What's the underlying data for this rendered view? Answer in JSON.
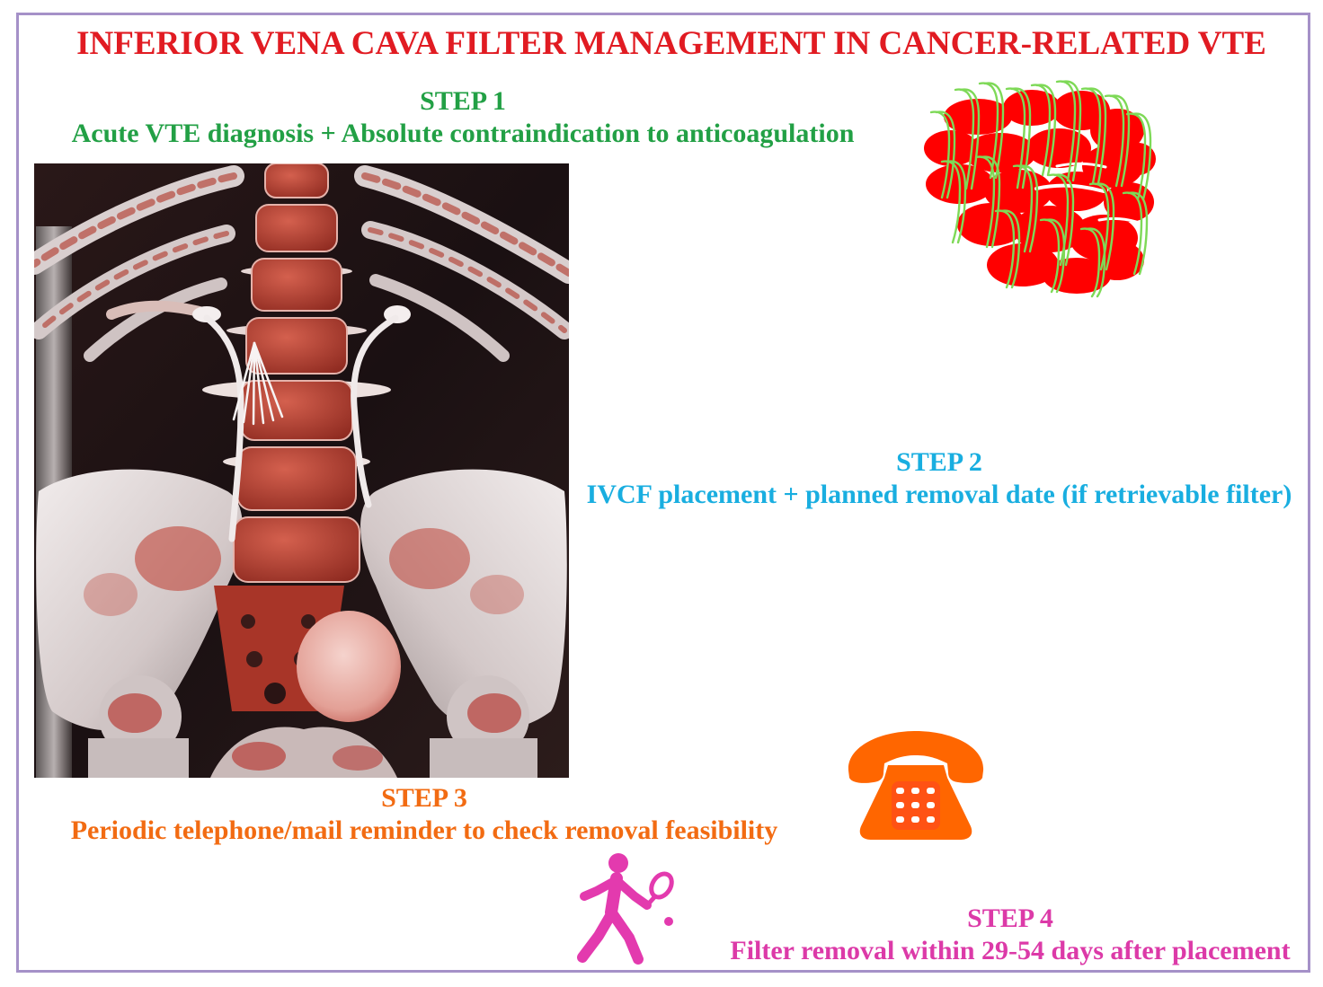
{
  "title": "INFERIOR VENA CAVA FILTER MANAGEMENT IN CANCER-RELATED VTE",
  "steps": [
    {
      "heading": "STEP 1",
      "text": "Acute VTE diagnosis + Absolute contraindication to anticoagulation",
      "color": "#22a045"
    },
    {
      "heading": "STEP 2",
      "text": "IVCF placement + planned removal date (if retrievable filter)",
      "color": "#19aee0"
    },
    {
      "heading": "STEP 3",
      "text": "Periodic telephone/mail reminder to check removal feasibility",
      "color": "#f26b12"
    },
    {
      "heading": "STEP 4",
      "text": "Filter removal within 29-54 days after placement",
      "color": "#dc3aa8"
    }
  ],
  "colors": {
    "title": "#e11b22",
    "border": "#a591c8",
    "clot": "#ff0000",
    "fibrin": "#7ed957",
    "telephone": "#ff6600",
    "patient": "#e33aae"
  },
  "icons": {
    "image": "ct-scan-image",
    "clot": "blood-clot-icon",
    "telephone": "telephone-icon",
    "patient": "tennis-player-icon"
  }
}
